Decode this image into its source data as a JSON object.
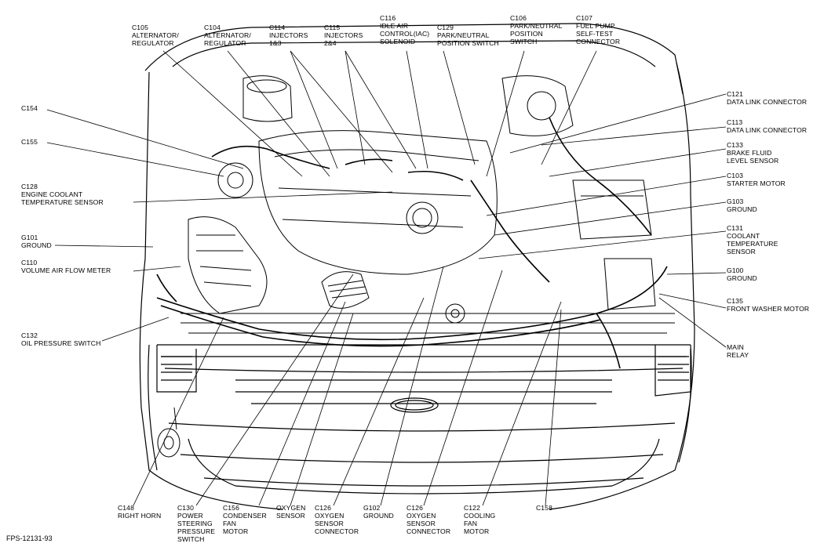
{
  "figure_id": "FPS-12131-93",
  "labels": {
    "c105": [
      "C105",
      "ALTERNATOR/",
      "REGULATOR"
    ],
    "c104": [
      "C104",
      "ALTERNATOR/",
      "REGULATOR"
    ],
    "c114": [
      "C114",
      "INJECTORS",
      "1&3"
    ],
    "c115": [
      "C115",
      "INJECTORS",
      "2&4"
    ],
    "c116": [
      "C116",
      "IDLE AIR",
      "CONTROL(IAC)",
      "SOLENOID"
    ],
    "c129": [
      "C129",
      "PARK/NEUTRAL",
      "POSITION SWITCH"
    ],
    "c106": [
      "C106",
      "PARK/NEUTRAL",
      "POSITION",
      "SWITCH"
    ],
    "c107": [
      "C107",
      "FUEL PUMP",
      "SELF-TEST",
      "CONNECTOR"
    ],
    "c154": [
      "C154"
    ],
    "c155": [
      "C155"
    ],
    "c128": [
      "C128",
      "ENGINE COOLANT",
      "TEMPERATURE SENSOR"
    ],
    "g101": [
      "G101",
      "GROUND"
    ],
    "c110": [
      "C110",
      "VOLUME AIR FLOW METER"
    ],
    "c132": [
      "C132",
      "OIL PRESSURE SWITCH"
    ],
    "c121": [
      "C121",
      "DATA LINK CONNECTOR"
    ],
    "c113": [
      "C113",
      "DATA LINK  CONNECTOR"
    ],
    "c133": [
      "C133",
      "BRAKE FLUID",
      "LEVEL SENSOR"
    ],
    "c103": [
      "C103",
      "STARTER MOTOR"
    ],
    "g103": [
      "G103",
      "GROUND"
    ],
    "c131": [
      "C131",
      "COOLANT",
      "TEMPERATURE",
      "SENSOR"
    ],
    "g100": [
      "G100",
      "GROUND"
    ],
    "c135": [
      "C135",
      "FRONT WASHER MOTOR"
    ],
    "main_relay": [
      "MAIN",
      "RELAY"
    ],
    "c148": [
      "C148",
      "RIGHT HORN"
    ],
    "c130": [
      "C130",
      "POWER",
      "STEERING",
      "PRESSURE",
      "SWITCH"
    ],
    "c156": [
      "C156",
      "CONDENSER",
      "FAN",
      "MOTOR"
    ],
    "oxygen_sensor": [
      "OXYGEN",
      "SENSOR"
    ],
    "c126a": [
      "C126",
      "OXYGEN",
      "SENSOR",
      "CONNECTOR"
    ],
    "g102": [
      "G102",
      "GROUND"
    ],
    "c126b": [
      "C126",
      "OXYGEN",
      "SENSOR",
      "CONNECTOR"
    ],
    "c122": [
      "C122",
      "COOLING",
      "FAN",
      "MOTOR"
    ],
    "c158": [
      "C158"
    ]
  }
}
